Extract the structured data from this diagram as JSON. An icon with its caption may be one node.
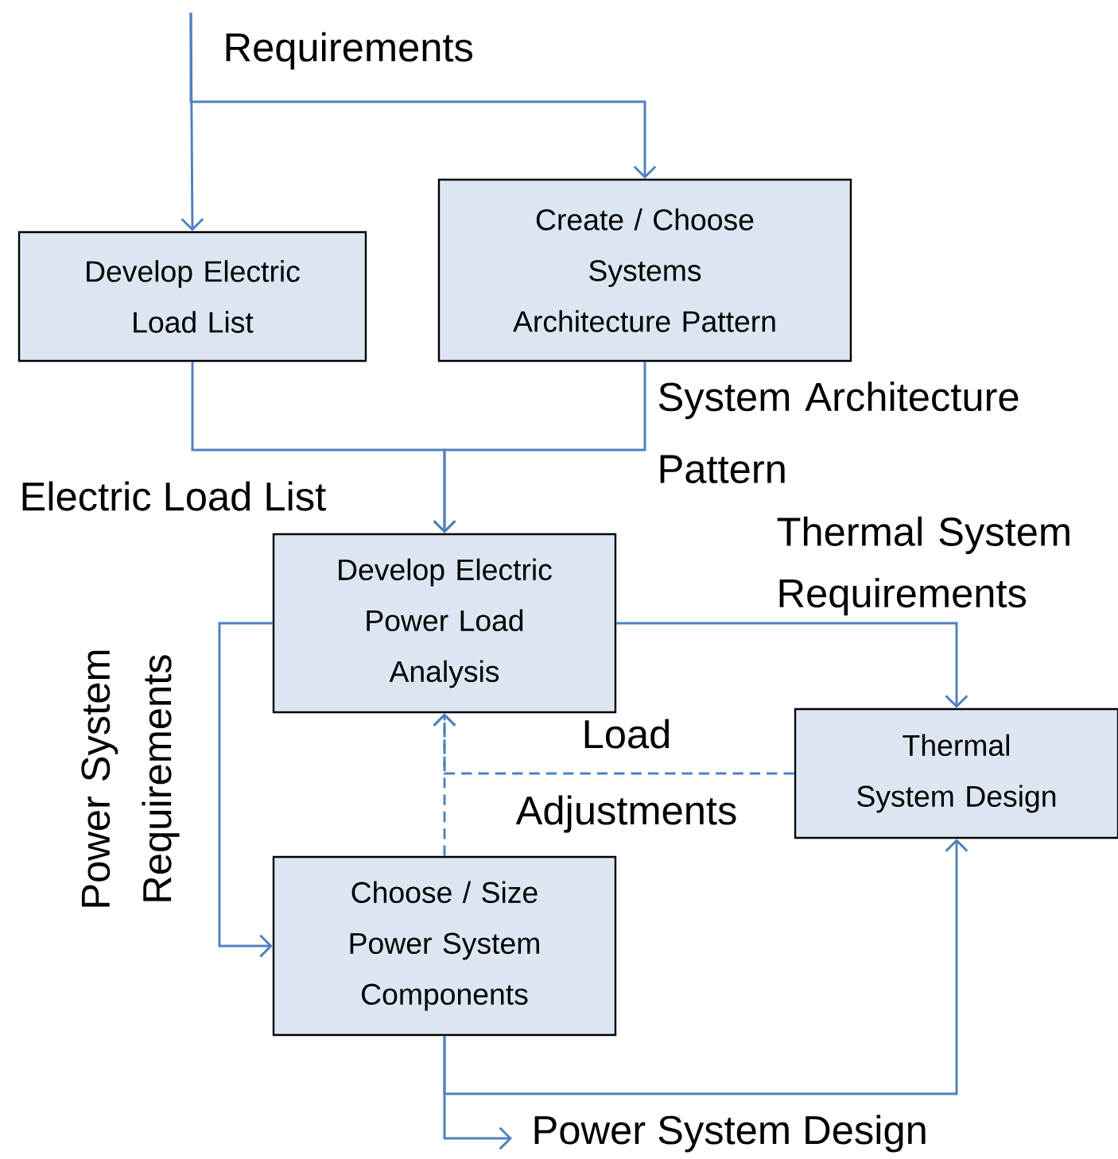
{
  "diagram": {
    "nodes": [
      {
        "text": [
          "Develop Electric Load List"
        ]
      },
      {
        "text": [
          "Create / Choose Systems Architecture Pattern"
        ]
      },
      {
        "text": [
          "Develop Electric Power Load Analysis"
        ]
      },
      {
        "text": [
          "Thermal System Design"
        ]
      },
      {
        "text": [
          "Choose / Size Power System Components"
        ]
      }
    ],
    "edges": [
      {
        "from": null,
        "to": 0,
        "arrow": "to",
        "label": "Requirements"
      },
      {
        "from": null,
        "to": 1,
        "arrow": "to"
      },
      {
        "from": 0,
        "to": 2,
        "arrow": "to",
        "label": "Electric Load List"
      },
      {
        "from": 1,
        "to": 2,
        "arrow": "to",
        "label": "System Architecture Pattern"
      },
      {
        "from": 2,
        "to": 3,
        "arrow": "to",
        "label": "Thermal System Requirements"
      },
      {
        "from": 3,
        "to": 2,
        "arrow": "to",
        "style": "dashed",
        "label": "Load Adjustments"
      },
      {
        "from": 4,
        "to": 2,
        "arrow": "to",
        "style": "dashed"
      },
      {
        "from": 2,
        "to": 4,
        "arrow": "to",
        "label": "Power System Requirements"
      },
      {
        "from": 4,
        "to": 3,
        "arrow": "to"
      },
      {
        "from": 4,
        "to": null,
        "arrow": "to",
        "label": "Power System Design"
      }
    ]
  }
}
